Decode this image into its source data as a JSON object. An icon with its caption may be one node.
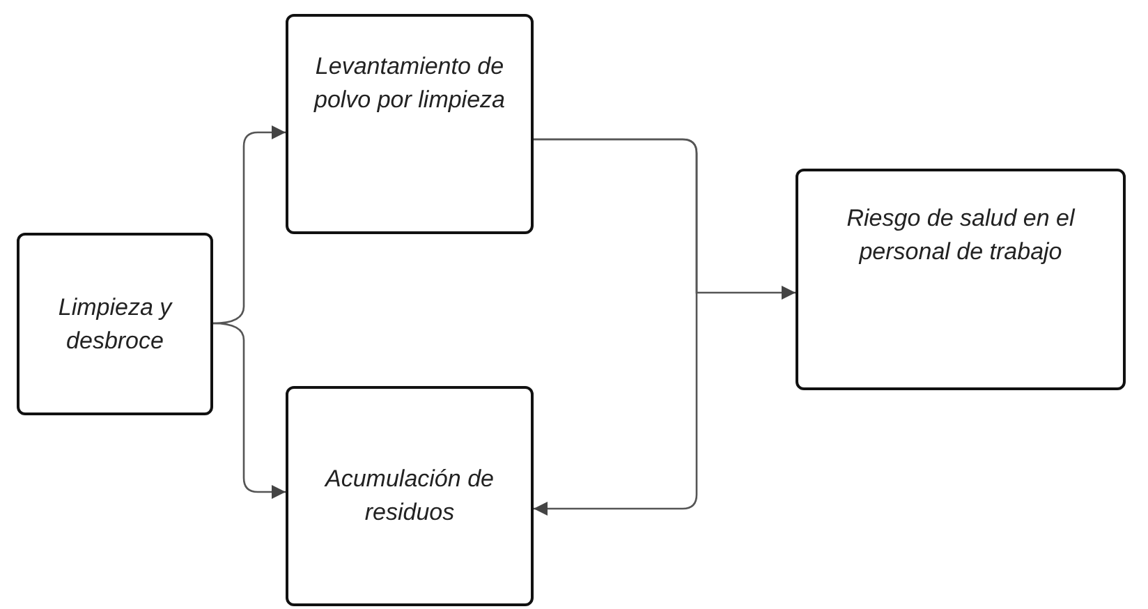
{
  "diagram": {
    "nodes": [
      {
        "text": [
          "Limpieza y desbroce"
        ]
      },
      {
        "text": [
          "Levantamiento de polvo por limpieza"
        ]
      },
      {
        "text": [
          "Acumulación de residuos"
        ]
      },
      {
        "text": [
          "Riesgo de salud en el personal de trabajo"
        ]
      }
    ],
    "edges": [
      {
        "from": 0,
        "to": 1,
        "arrow": "to"
      },
      {
        "from": 0,
        "to": 2,
        "arrow": "to"
      },
      {
        "from": 1,
        "to": 2,
        "arrow": "to"
      },
      {
        "from": 1,
        "to": 3,
        "arrow": "to"
      }
    ]
  }
}
